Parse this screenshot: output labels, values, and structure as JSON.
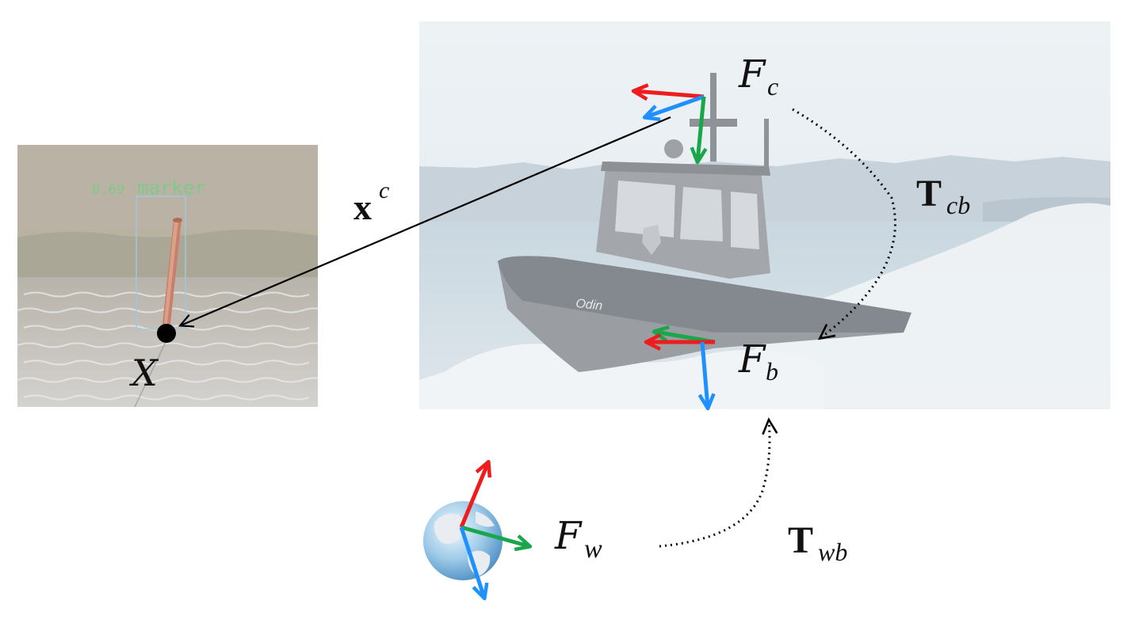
{
  "detection": {
    "score": "0.69",
    "label": "marker"
  },
  "boat": {
    "name": "Odin"
  },
  "labels": {
    "point": "X",
    "vector_main": "x",
    "vector_sup": "c",
    "frame_c_main": "F",
    "frame_c_sub": "c",
    "frame_b_main": "F",
    "frame_b_sub": "b",
    "frame_w_main": "F",
    "frame_w_sub": "w",
    "transform_cb_main": "T",
    "transform_cb_sub": "cb",
    "transform_wb_main": "T",
    "transform_wb_sub": "wb"
  },
  "colors": {
    "axis_x": "#ee1c1c",
    "axis_y": "#1aa64a",
    "axis_z": "#1e90ff",
    "line": "#000000"
  },
  "icons": [
    "globe-icon",
    "buoy-marker-icon",
    "boat-icon"
  ]
}
